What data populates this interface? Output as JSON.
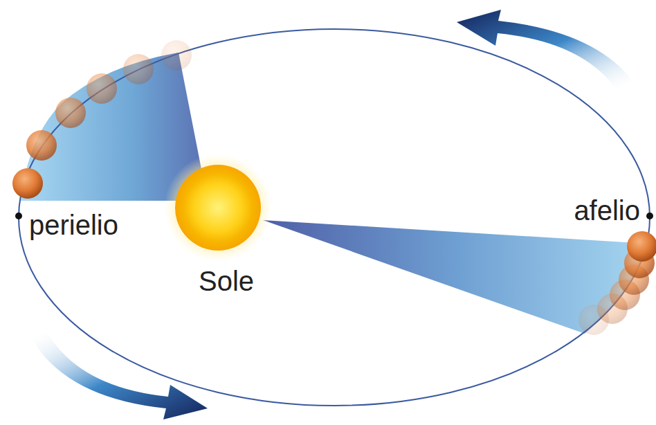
{
  "diagram": {
    "labels": [
      "perielio",
      "afelio",
      "Sole"
    ]
  }
}
